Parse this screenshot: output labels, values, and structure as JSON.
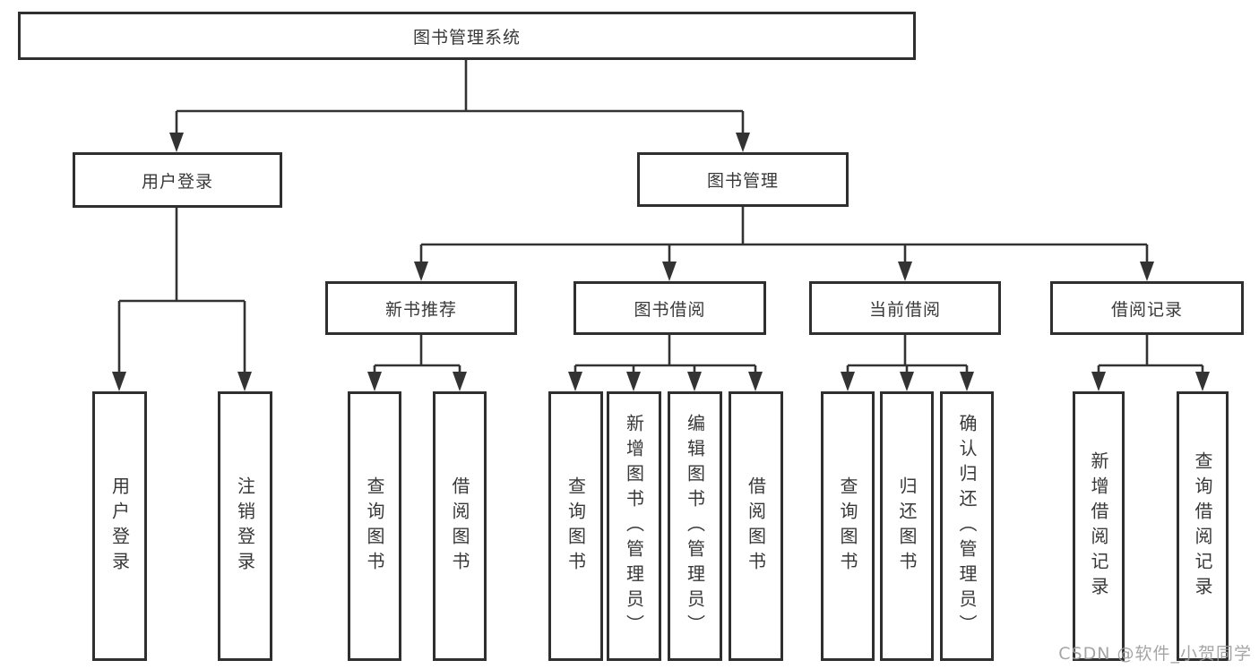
{
  "diagram_title": "图书管理系统",
  "watermark": "CSDN @软件_小贺同学",
  "colors": {
    "line": "#333333",
    "border": "#2f2f2f",
    "text": "#383838",
    "watermark": "#9c9c9c",
    "background": "#ffffff"
  },
  "nodes": {
    "root": {
      "label": "图书管理系统"
    },
    "user_login": {
      "label": "用户登录"
    },
    "book_mgmt": {
      "label": "图书管理"
    },
    "new_book_rec": {
      "label": "新书推荐"
    },
    "book_borrow": {
      "label": "图书借阅"
    },
    "current_borrow": {
      "label": "当前借阅"
    },
    "borrow_records": {
      "label": "借阅记录"
    },
    "leaf_user_login": {
      "label": "用户登录"
    },
    "leaf_logout": {
      "label": "注销登录"
    },
    "leaf_query_book_rec": {
      "label": "查询图书"
    },
    "leaf_borrow_book_rec": {
      "label": "借阅图书"
    },
    "leaf_query_book_borrow": {
      "label": "查询图书"
    },
    "leaf_add_book": {
      "label": "新增图书（管理员）"
    },
    "leaf_edit_book": {
      "label": "编辑图书（管理员）"
    },
    "leaf_borrow_book": {
      "label": "借阅图书"
    },
    "leaf_query_book_current": {
      "label": "查询图书"
    },
    "leaf_return_book": {
      "label": "归还图书"
    },
    "leaf_confirm_return": {
      "label": "确认归还（管理员）"
    },
    "leaf_add_borrow_record": {
      "label": "新增借阅记录"
    },
    "leaf_query_borrow_record": {
      "label": "查询借阅记录"
    }
  },
  "hierarchy": {
    "图书管理系统": {
      "用户登录": [
        "用户登录",
        "注销登录"
      ],
      "图书管理": {
        "新书推荐": [
          "查询图书",
          "借阅图书"
        ],
        "图书借阅": [
          "查询图书",
          "新增图书（管理员）",
          "编辑图书（管理员）",
          "借阅图书"
        ],
        "当前借阅": [
          "查询图书",
          "归还图书",
          "确认归还（管理员）"
        ],
        "借阅记录": [
          "新增借阅记录",
          "查询借阅记录"
        ]
      }
    }
  }
}
